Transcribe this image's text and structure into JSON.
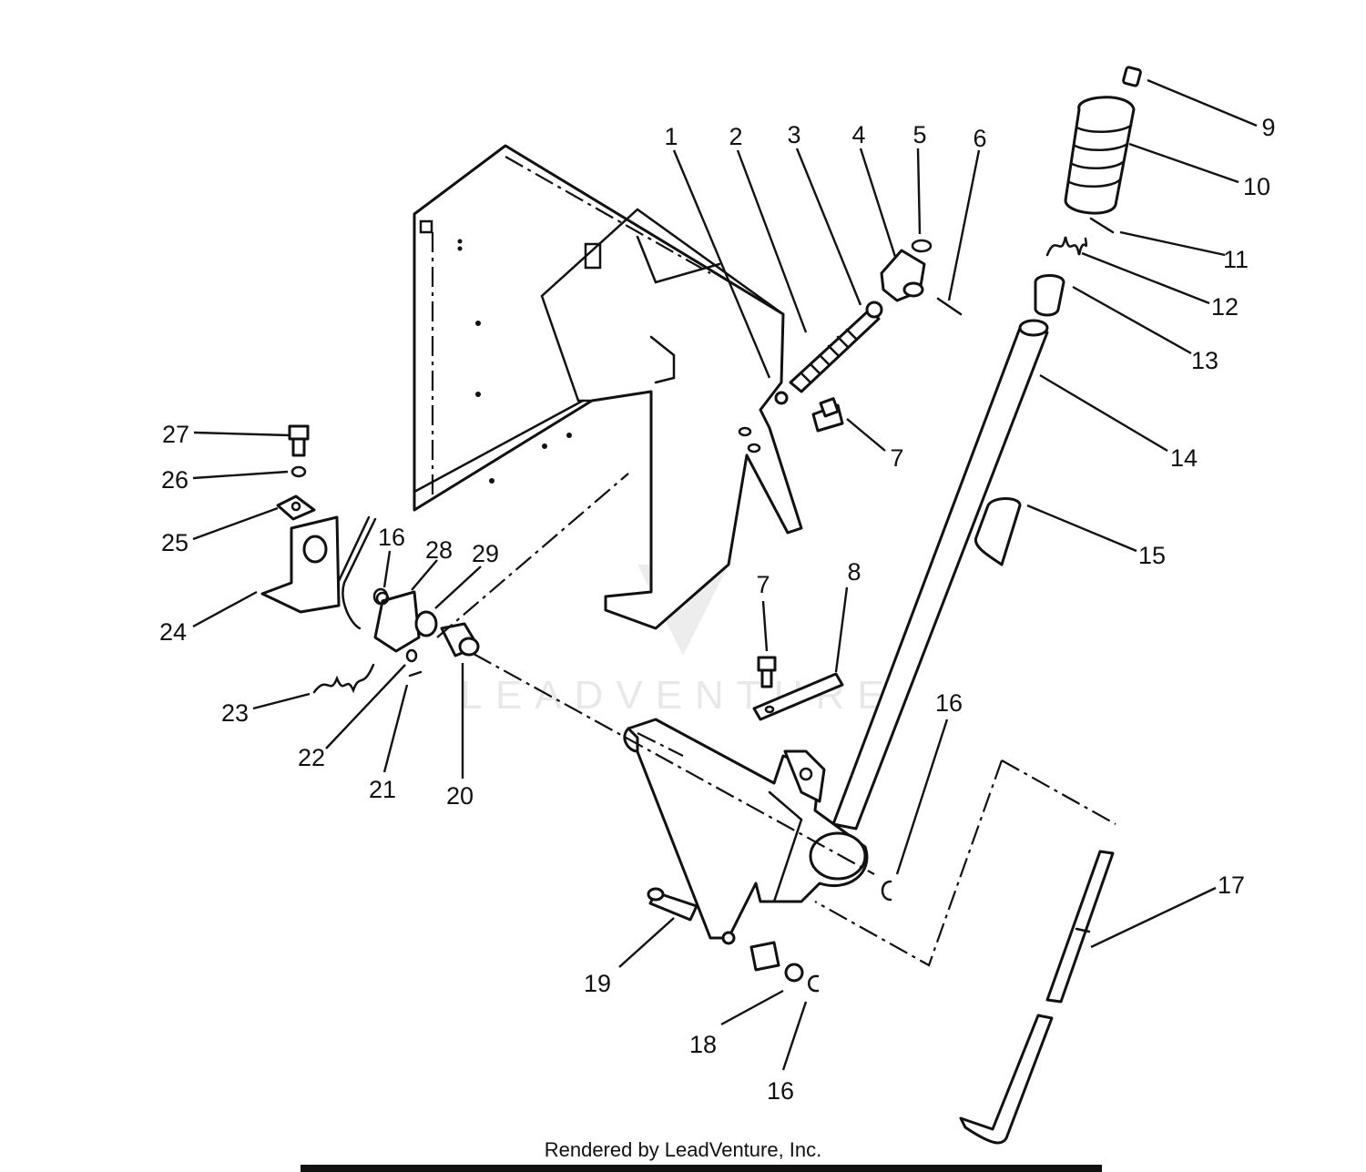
{
  "credit": "Rendered by LeadVenture, Inc.",
  "watermark": "LEADVENTURE",
  "callouts": [
    "1",
    "2",
    "3",
    "4",
    "5",
    "6",
    "7",
    "8",
    "9",
    "10",
    "11",
    "12",
    "13",
    "14",
    "15",
    "16",
    "17",
    "18",
    "19",
    "20",
    "21",
    "22",
    "23",
    "24",
    "25",
    "26",
    "27",
    "28",
    "29",
    "7",
    "16",
    "16"
  ]
}
